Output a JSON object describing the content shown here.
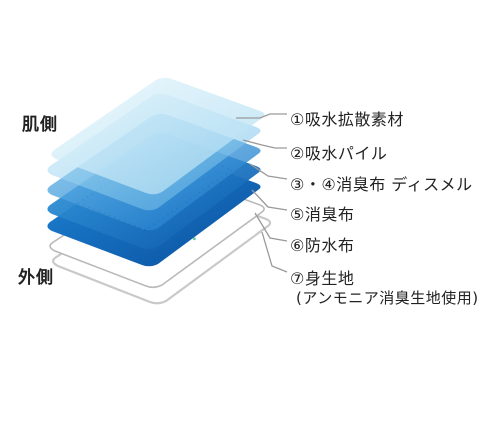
{
  "sides": {
    "skin": "肌側",
    "outer": "外側"
  },
  "layers": [
    {
      "label": "①吸水拡散素材",
      "color": "#bfe3f4"
    },
    {
      "label": "②吸水パイル",
      "color": "#7fc3ea"
    },
    {
      "label": "③・④消臭布 ディスメル",
      "color": "#1f86d6"
    },
    {
      "label": "⑤消臭布",
      "color": "#1470c4"
    },
    {
      "label": "⑥防水布",
      "color": "#ffffff"
    },
    {
      "label": "⑦身生地",
      "sublabel": "(アンモニア消臭生地使用)",
      "color": "#ffffff"
    }
  ],
  "colors": {
    "line": "#9a9a9a",
    "dot_dark": "#0b4a8f",
    "dot_green": "#5cc8a0"
  }
}
